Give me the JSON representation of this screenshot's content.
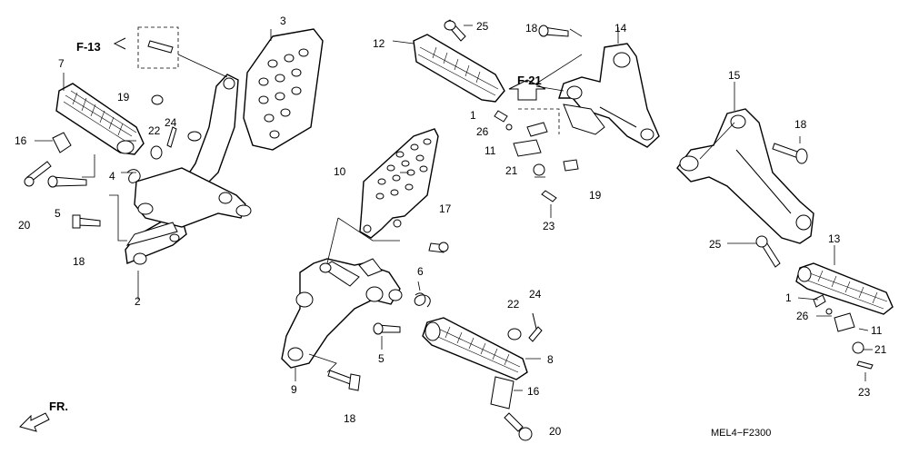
{
  "diagram": {
    "code": "MEL4−F2300",
    "front_label": "FR.",
    "refs": {
      "f13": "F-13",
      "f21": "F-21"
    },
    "callouts": {
      "c1a": "1",
      "c1b": "1",
      "c2": "2",
      "c3": "3",
      "c4": "4",
      "c5a": "5",
      "c5b": "5",
      "c6": "6",
      "c7": "7",
      "c8": "8",
      "c9": "9",
      "c10": "10",
      "c11a": "11",
      "c11b": "11",
      "c12": "12",
      "c13": "13",
      "c14": "14",
      "c15": "15",
      "c16a": "16",
      "c16b": "16",
      "c17": "17",
      "c18a": "18",
      "c18b": "18",
      "c18c": "18",
      "c18d": "18",
      "c19a": "19",
      "c19b": "19",
      "c20a": "20",
      "c20b": "20",
      "c21a": "21",
      "c21b": "21",
      "c22a": "22",
      "c22b": "22",
      "c23a": "23",
      "c23b": "23",
      "c24a": "24",
      "c24b": "24",
      "c25a": "25",
      "c25b": "25",
      "c26a": "26",
      "c26b": "26"
    }
  }
}
